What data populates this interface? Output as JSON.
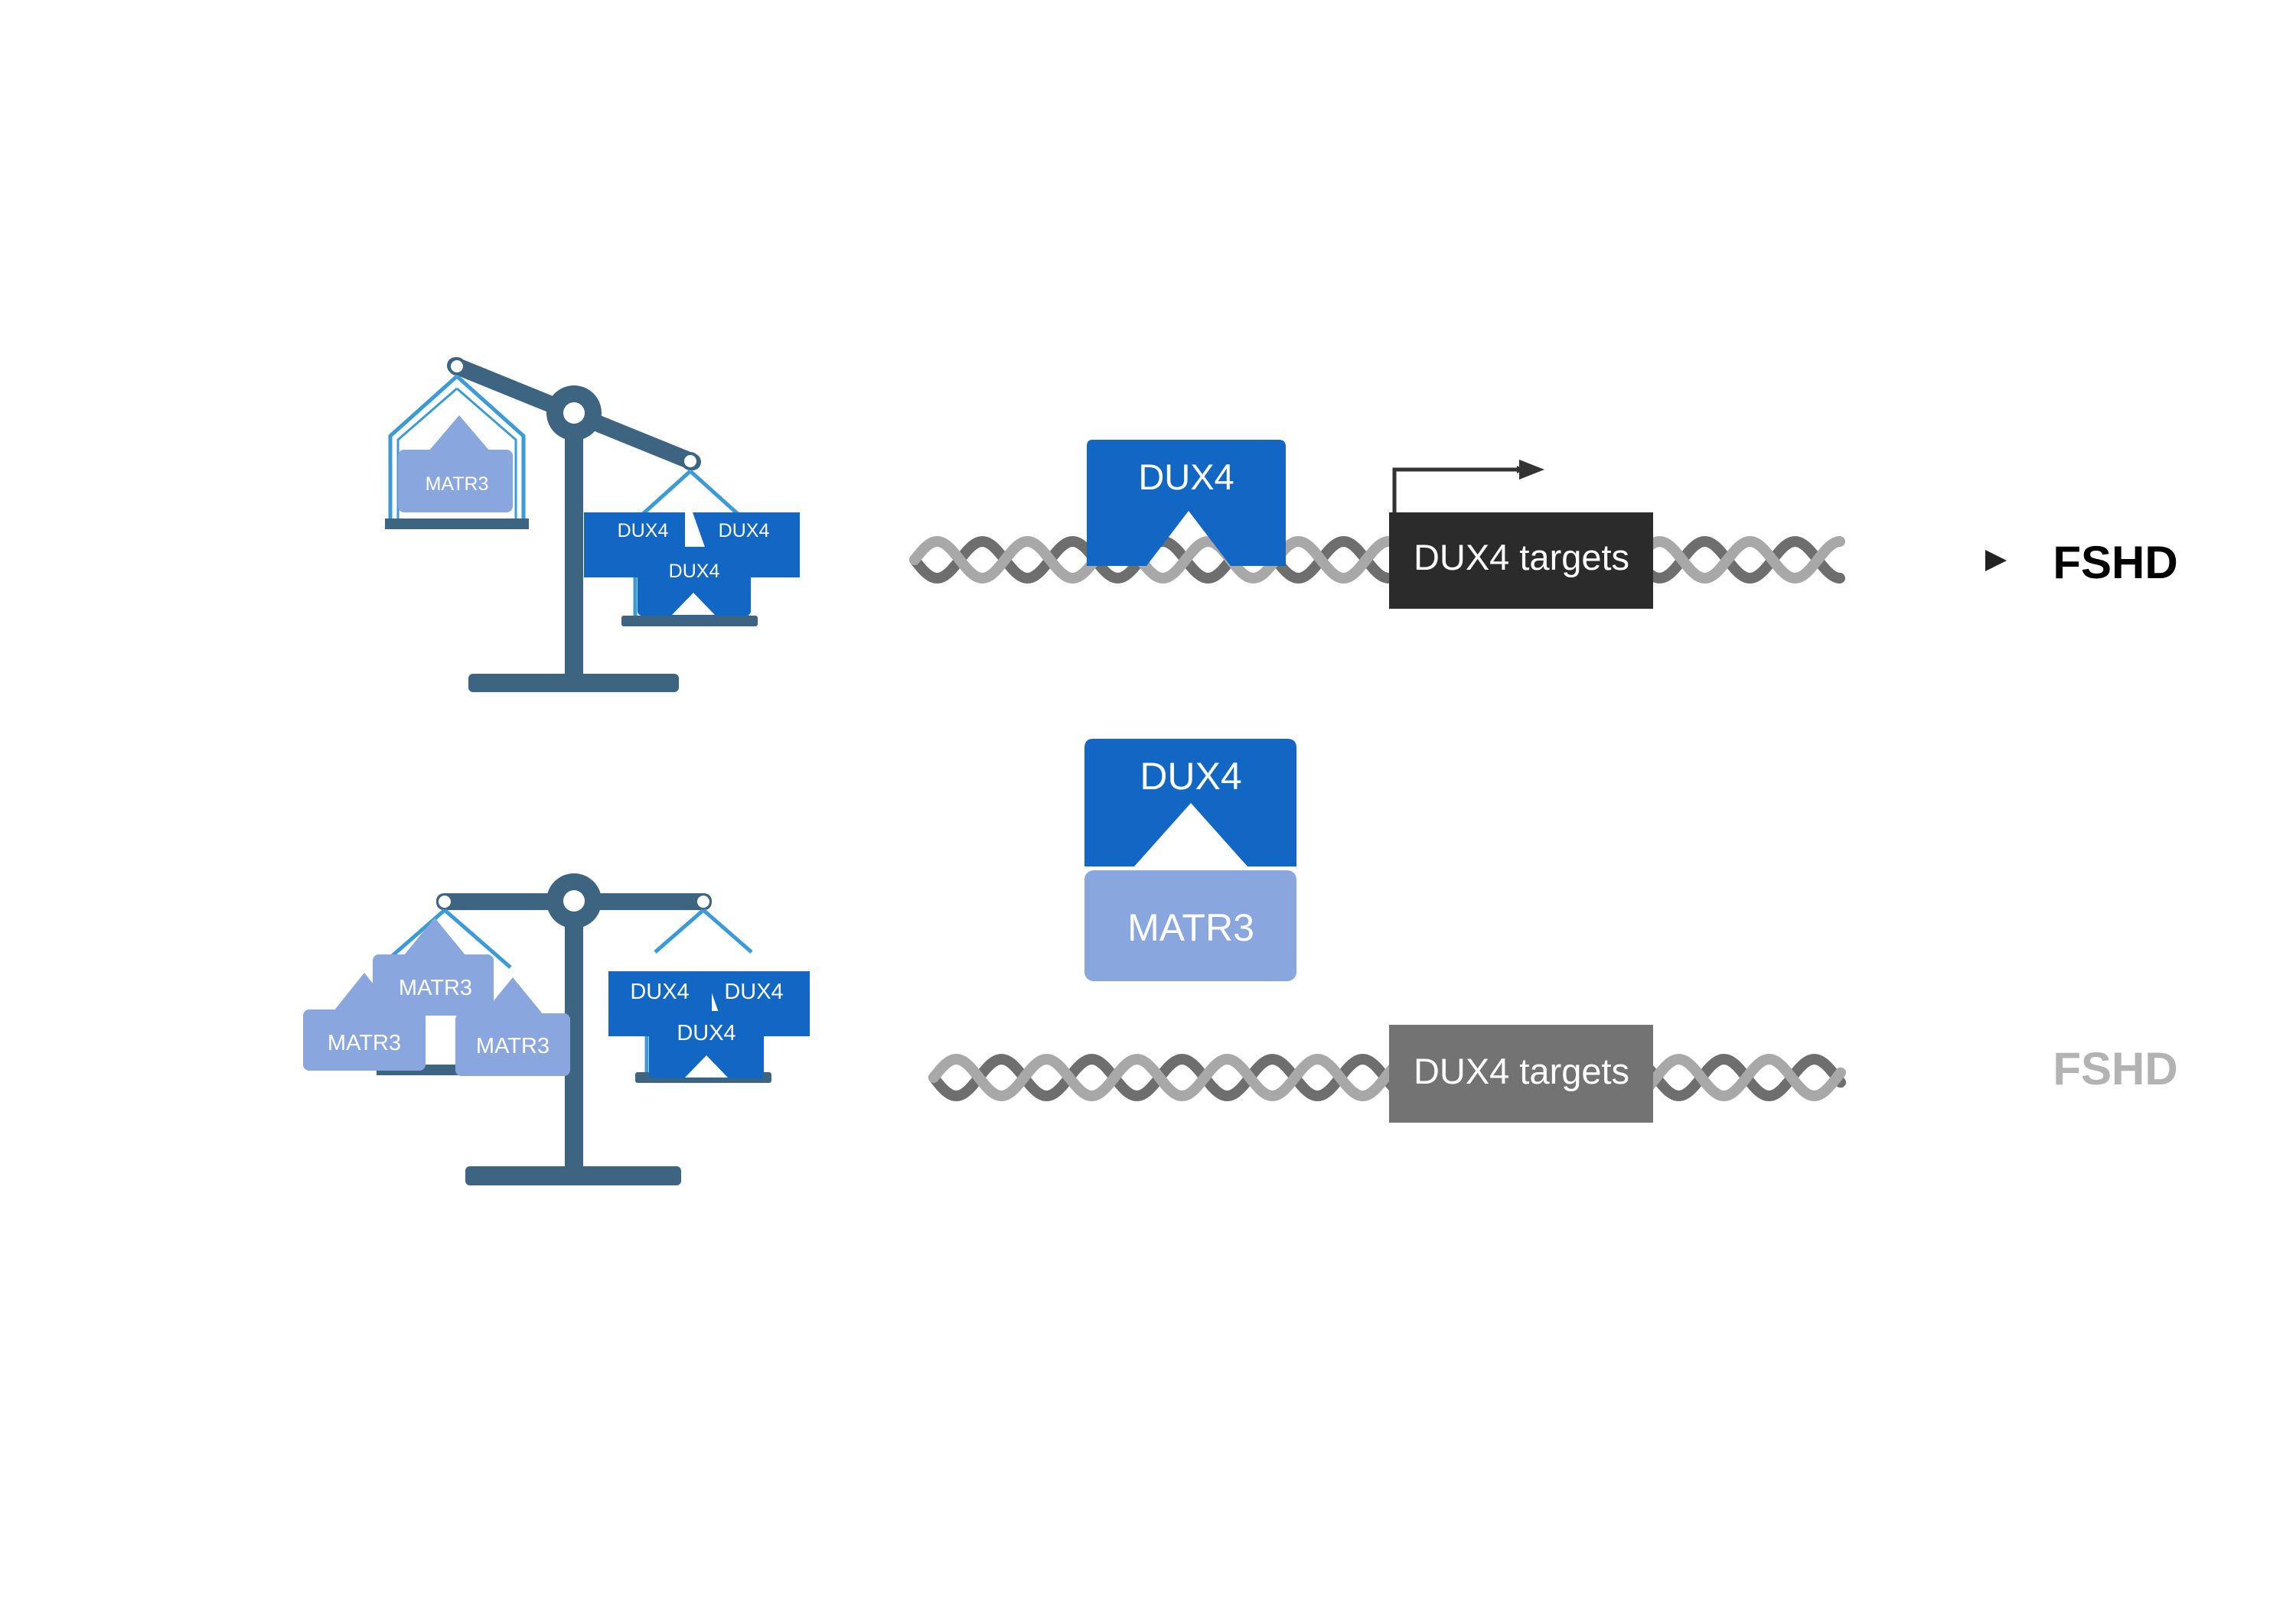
{
  "colors": {
    "dux4": "#1266c4",
    "matr3": "#8aa6df",
    "scale": "#3d6480",
    "hanger": "#3b9ad8",
    "helix_dark": "#6e6e6e",
    "helix_light": "#a8a8a8",
    "target_active": "#2b2b2b",
    "target_inactive": "#737373",
    "fshd_active": "#000000",
    "fshd_inactive": "#b3b3b3"
  },
  "top": {
    "scale_left_label": "MATR3",
    "scale_right_labels": [
      "DUX4",
      "DUX4",
      "DUX4"
    ],
    "protein_label": "DUX4",
    "target_label": "DUX4 targets",
    "outcome_label": "FSHD"
  },
  "bottom": {
    "scale_left_labels": [
      "MATR3",
      "MATR3",
      "MATR3"
    ],
    "scale_right_labels": [
      "DUX4",
      "DUX4",
      "DUX4"
    ],
    "complex_top_label": "DUX4",
    "complex_bottom_label": "MATR3",
    "target_label": "DUX4 targets",
    "outcome_label": "FSHD"
  }
}
